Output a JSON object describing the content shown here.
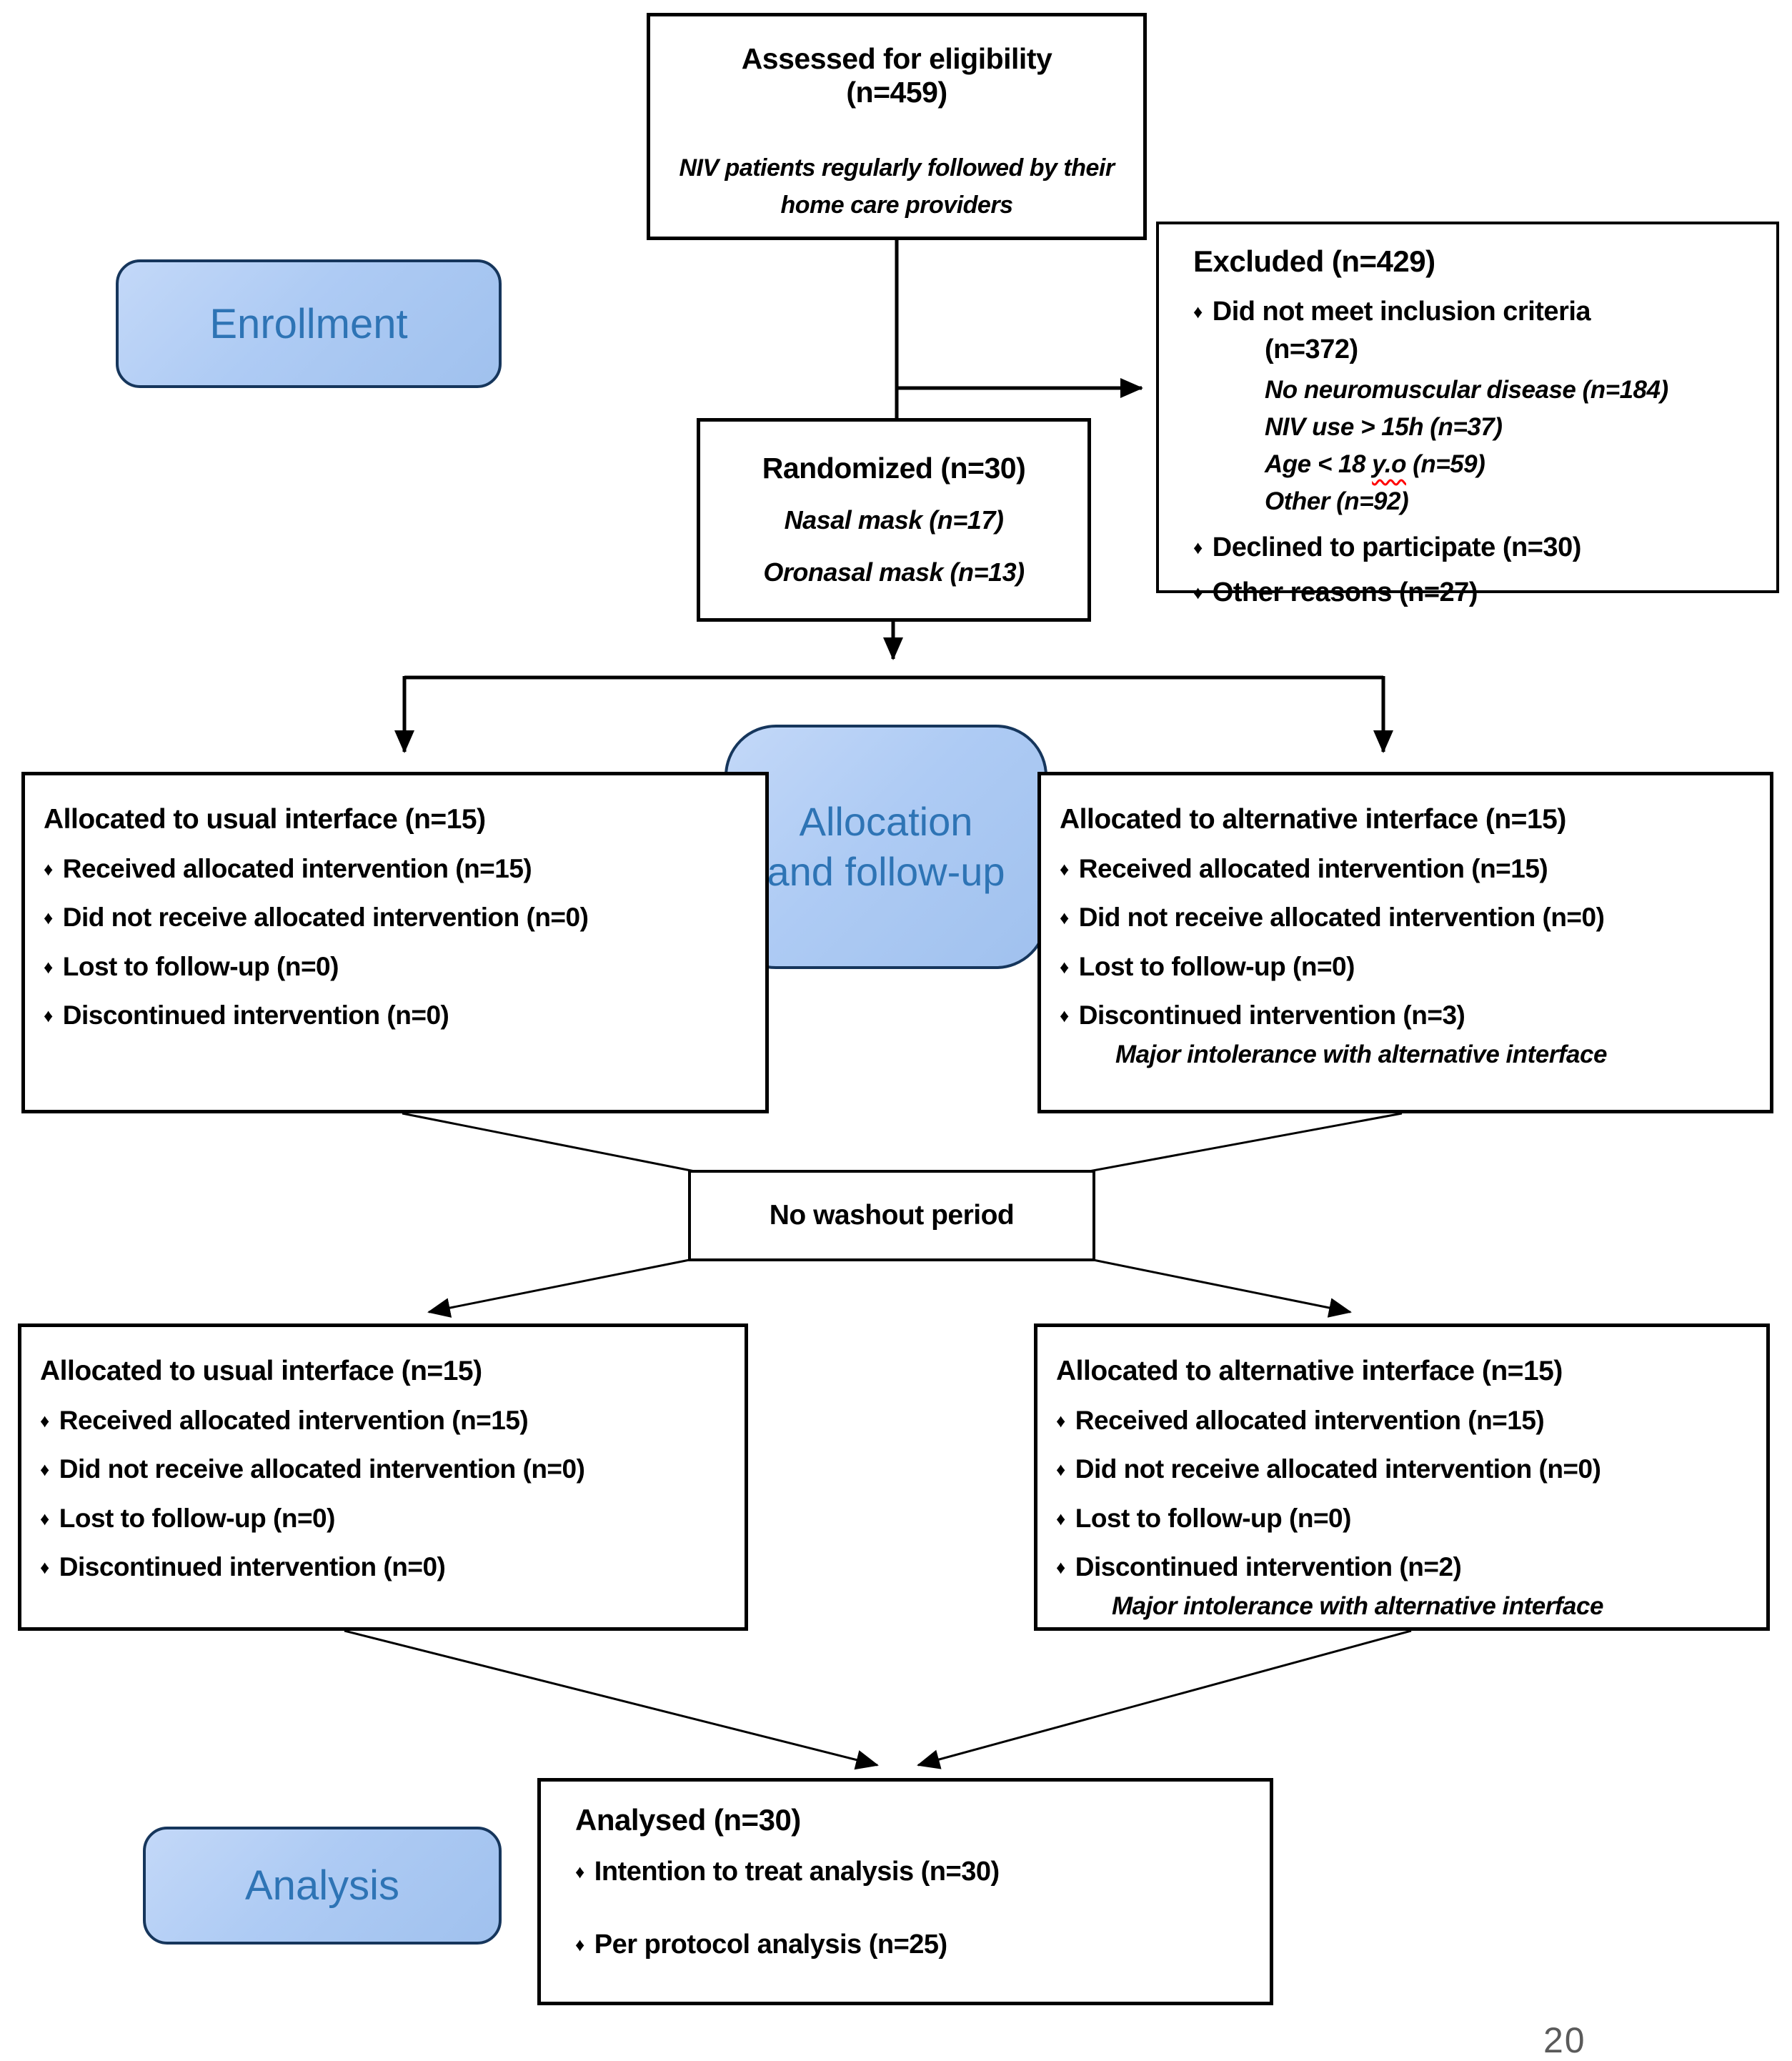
{
  "glyphs": {
    "bullet": "♦"
  },
  "page_number": "20",
  "colors": {
    "pill_fill": "#aecbf4",
    "pill_border": "#16365c",
    "pill_text": "#2e74b5",
    "box_border": "#000000",
    "spellcheck_underline": "#ff0000"
  },
  "pills": {
    "enrollment": "Enrollment",
    "allocation_followup": "Allocation and follow-up",
    "analysis": "Analysis"
  },
  "assessed": {
    "title_line1": "Assessed for eligibility",
    "title_line2": "(n=459)",
    "note_line1": "NIV patients regularly followed by their",
    "note_line2": "home care providers"
  },
  "excluded": {
    "title": "Excluded (n=429)",
    "bullet1_line1": "Did not meet inclusion criteria",
    "bullet1_line2": "(n=372)",
    "sub1": "No neuromuscular disease (n=184)",
    "sub2": "NIV use > 15h (n=37)",
    "sub3_pre": "Age < 18 ",
    "sub3_misspelled": "y.o",
    "sub3_post": " (n=59)",
    "sub4": "Other (n=92)",
    "bullet2": "Declined to participate (n=30)",
    "bullet3": "Other reasons (n=27)"
  },
  "randomized": {
    "title": "Randomized (n=30)",
    "sub1": "Nasal mask (n=17)",
    "sub2": "Oronasal mask (n=13)"
  },
  "alloc_left": {
    "title": "Allocated to usual interface (n=15)",
    "b1": "Received allocated intervention (n=15)",
    "b2": "Did not receive allocated intervention (n=0)",
    "b3": "Lost to follow-up (n=0)",
    "b4": "Discontinued intervention (n=0)"
  },
  "alloc_right": {
    "title": "Allocated to alternative interface (n=15)",
    "b1": "Received allocated intervention (n=15)",
    "b2": "Did not receive allocated intervention (n=0)",
    "b3": "Lost to follow-up (n=0)",
    "b4": "Discontinued intervention (n=3)",
    "note": "Major intolerance with alternative interface"
  },
  "washout": {
    "title": "No washout period"
  },
  "second_left": {
    "title": "Allocated to usual interface (n=15)",
    "b1": "Received allocated intervention (n=15)",
    "b2": "Did not receive allocated intervention (n=0)",
    "b3": "Lost to follow-up (n=0)",
    "b4": "Discontinued intervention (n=0)"
  },
  "second_right": {
    "title": "Allocated to alternative interface (n=15)",
    "b1": "Received allocated intervention (n=15)",
    "b2": "Did not receive allocated intervention (n=0)",
    "b3": "Lost to follow-up (n=0)",
    "b4": "Discontinued intervention (n=2)",
    "note": "Major intolerance with alternative interface"
  },
  "analysed": {
    "title": "Analysed (n=30)",
    "b1": "Intention to treat analysis (n=30)",
    "b2": "Per protocol analysis (n=25)"
  }
}
